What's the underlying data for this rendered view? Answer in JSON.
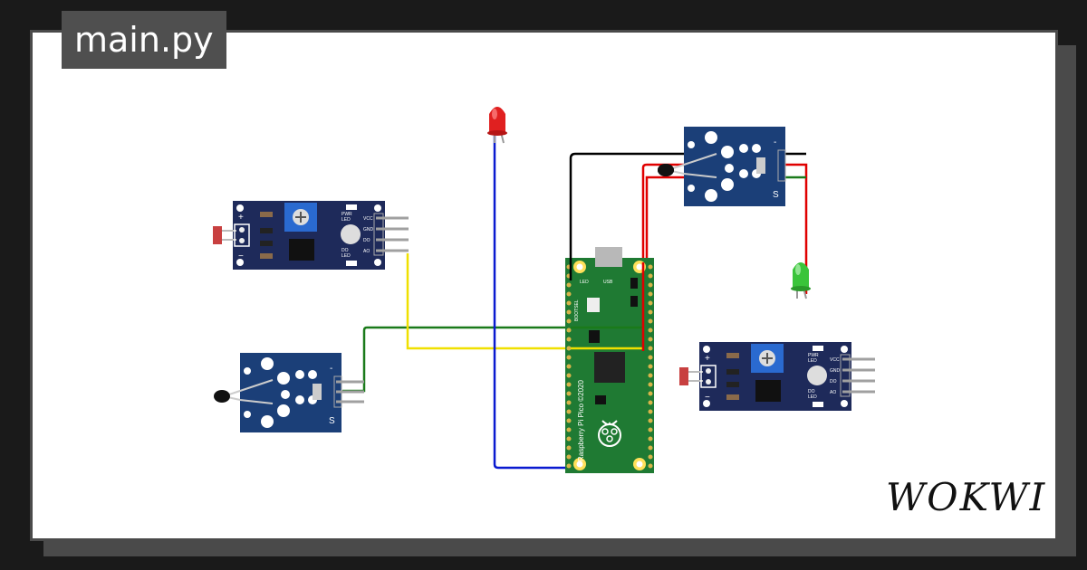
{
  "project": {
    "filename_tab": "main.py",
    "brand_logo": "WOKWI"
  },
  "sensor_module_labels": {
    "plus": "+",
    "minus": "−",
    "pwr_led": [
      "PWR",
      "LED"
    ],
    "do_led": [
      "DO",
      "LED"
    ],
    "pins": [
      "VCC",
      "GND",
      "DO",
      "AO"
    ],
    "signal": "S",
    "dash": "-"
  },
  "pico": {
    "usb_label": "USB",
    "led_label": "LED",
    "silkscreen": "Raspberry Pi Pico ©2020",
    "bootsel": "BOOTSEL"
  },
  "colors": {
    "wire_black": "#000000",
    "wire_red": "#e00000",
    "wire_green": "#1a7a1a",
    "wire_yellow": "#f0e000",
    "wire_blue": "#0a1ad0",
    "pcb_navy": "#1e2a5a",
    "pcb_blue": "#1b3f78",
    "pico_green": "#1f7a33",
    "led_red": "#e02020",
    "led_green": "#3ac43a"
  }
}
